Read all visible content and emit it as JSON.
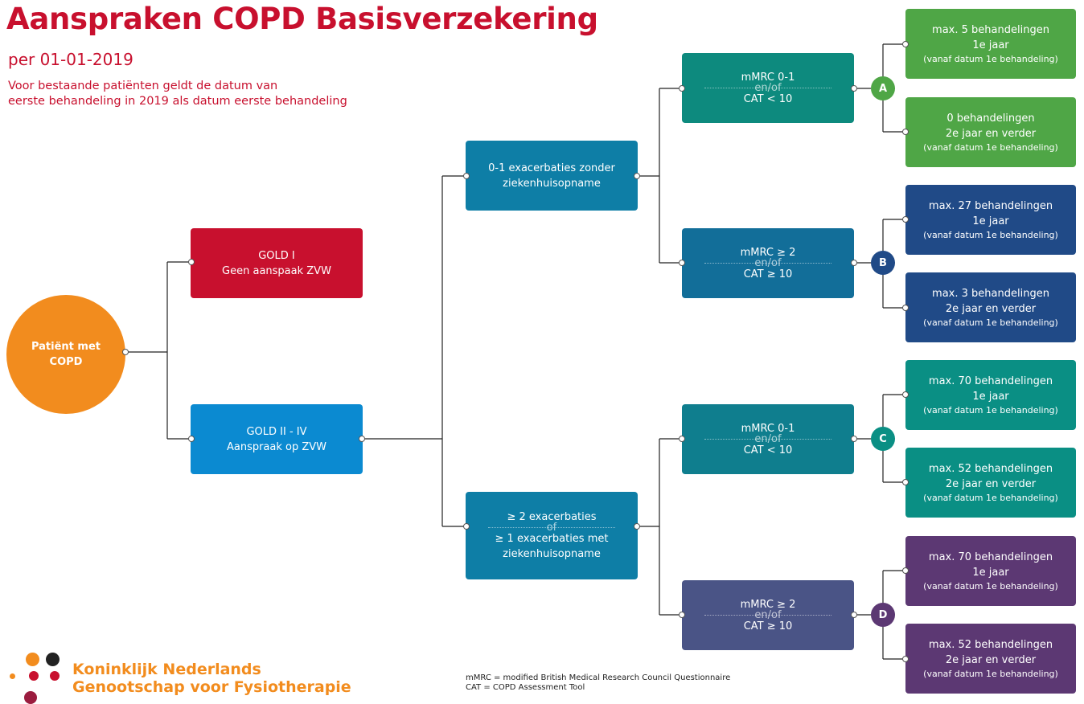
{
  "header": {
    "title": "Aanspraken COPD Basisverzekering",
    "subtitle": "per 01-01-2019",
    "note_line1": "Voor bestaande patiënten geldt de datum van",
    "note_line2": "eerste behandeling in 2019 als datum eerste behandeling"
  },
  "patient": {
    "line1": "Patiënt met",
    "line2": "COPD"
  },
  "gold1": {
    "line1": "GOLD I",
    "line2": "Geen aanspaak ZVW"
  },
  "gold2": {
    "line1": "GOLD II - IV",
    "line2": "Aanspraak op ZVW"
  },
  "exac_low": {
    "line1": "0-1 exacerbaties zonder",
    "line2": "ziekenhuisopname"
  },
  "exac_high": {
    "line1": "≥ 2 exacerbaties",
    "sep": "of",
    "line2": "≥ 1 exacerbaties met",
    "line3": "ziekenhuisopname"
  },
  "mmrc": {
    "a": {
      "top": "mMRC 0-1",
      "sep": "en/of",
      "bottom": "CAT < 10"
    },
    "b": {
      "top": "mMRC ≥ 2",
      "sep": "en/of",
      "bottom": "CAT ≥ 10"
    },
    "c": {
      "top": "mMRC 0-1",
      "sep": "en/of",
      "bottom": "CAT < 10"
    },
    "d": {
      "top": "mMRC ≥ 2",
      "sep": "en/of",
      "bottom": "CAT ≥ 10"
    }
  },
  "badges": {
    "a": "A",
    "b": "B",
    "c": "C",
    "d": "D"
  },
  "outcomes": {
    "a1": {
      "l1": "max. 5 behandelingen",
      "l2": "1e jaar",
      "l3": "(vanaf datum 1e behandeling)"
    },
    "a2": {
      "l1": "0 behandelingen",
      "l2": "2e jaar en verder",
      "l3": "(vanaf datum 1e behandeling)"
    },
    "b1": {
      "l1": "max. 27 behandelingen",
      "l2": "1e jaar",
      "l3": "(vanaf datum 1e behandeling)"
    },
    "b2": {
      "l1": "max. 3 behandelingen",
      "l2": "2e jaar en verder",
      "l3": "(vanaf datum 1e behandeling)"
    },
    "c1": {
      "l1": "max. 70 behandelingen",
      "l2": "1e jaar",
      "l3": "(vanaf datum 1e behandeling)"
    },
    "c2": {
      "l1": "max. 52 behandelingen",
      "l2": "2e jaar en verder",
      "l3": "(vanaf datum 1e behandeling)"
    },
    "d1": {
      "l1": "max. 70 behandelingen",
      "l2": "1e jaar",
      "l3": "(vanaf datum 1e behandeling)"
    },
    "d2": {
      "l1": "max. 52 behandelingen",
      "l2": "2e jaar en verder",
      "l3": "(vanaf datum 1e behandeling)"
    }
  },
  "legend": {
    "line1": "mMRC = modified British Medical Research Council Questionnaire",
    "line2": "CAT = COPD Assessment Tool"
  },
  "logo": {
    "line1": "Koninklijk Nederlands",
    "line2": "Genootschap voor Fysiotherapie"
  },
  "colors": {
    "title_red": "#c8102e",
    "patient_orange": "#f28c1e",
    "gold1_red": "#c8102e",
    "gold2_blue": "#0b8ad1",
    "exac_teal": "#0e7ea6",
    "group_a_green": "#4fa646",
    "group_b_navy": "#204a87",
    "group_c_teal": "#0a8f84",
    "group_d_purple": "#5c3873"
  }
}
